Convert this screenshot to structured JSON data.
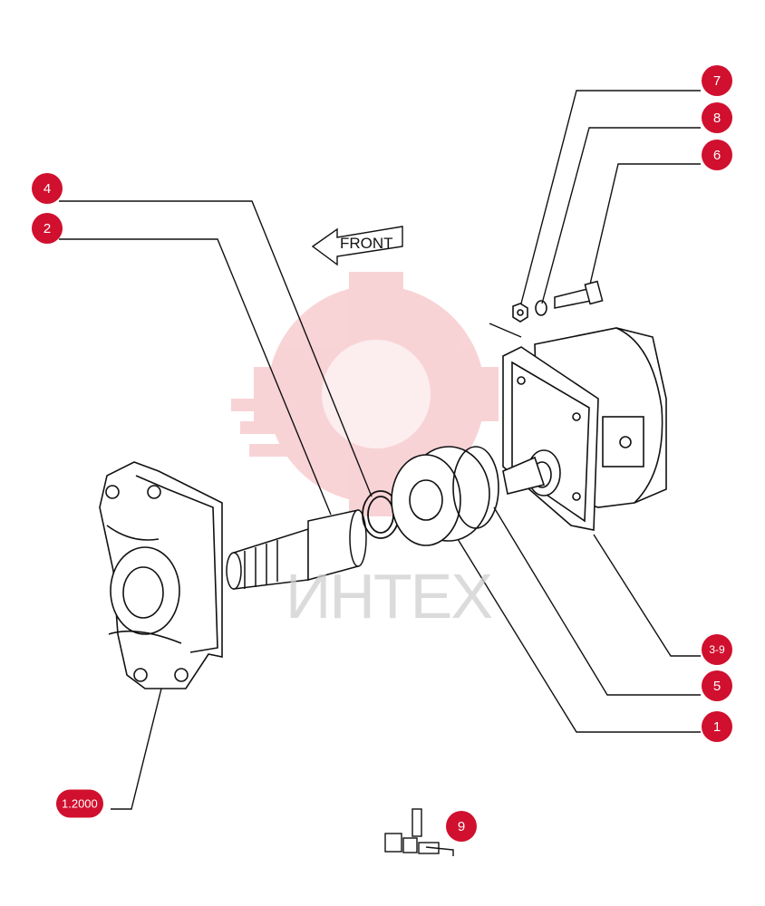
{
  "diagram": {
    "front_label": "FRONT",
    "watermark_text": "ИНТЕХ",
    "frame_code": "1.2000",
    "callouts": [
      {
        "id": "7",
        "label": "7"
      },
      {
        "id": "8",
        "label": "8"
      },
      {
        "id": "6",
        "label": "6"
      },
      {
        "id": "4",
        "label": "4"
      },
      {
        "id": "2",
        "label": "2"
      },
      {
        "id": "3-9",
        "label": "3-9"
      },
      {
        "id": "5",
        "label": "5"
      },
      {
        "id": "1",
        "label": "1"
      },
      {
        "id": "9",
        "label": "9"
      }
    ]
  },
  "colors": {
    "callout": "#d0102e",
    "watermark": "#f2a0a6",
    "line": "#111111"
  }
}
